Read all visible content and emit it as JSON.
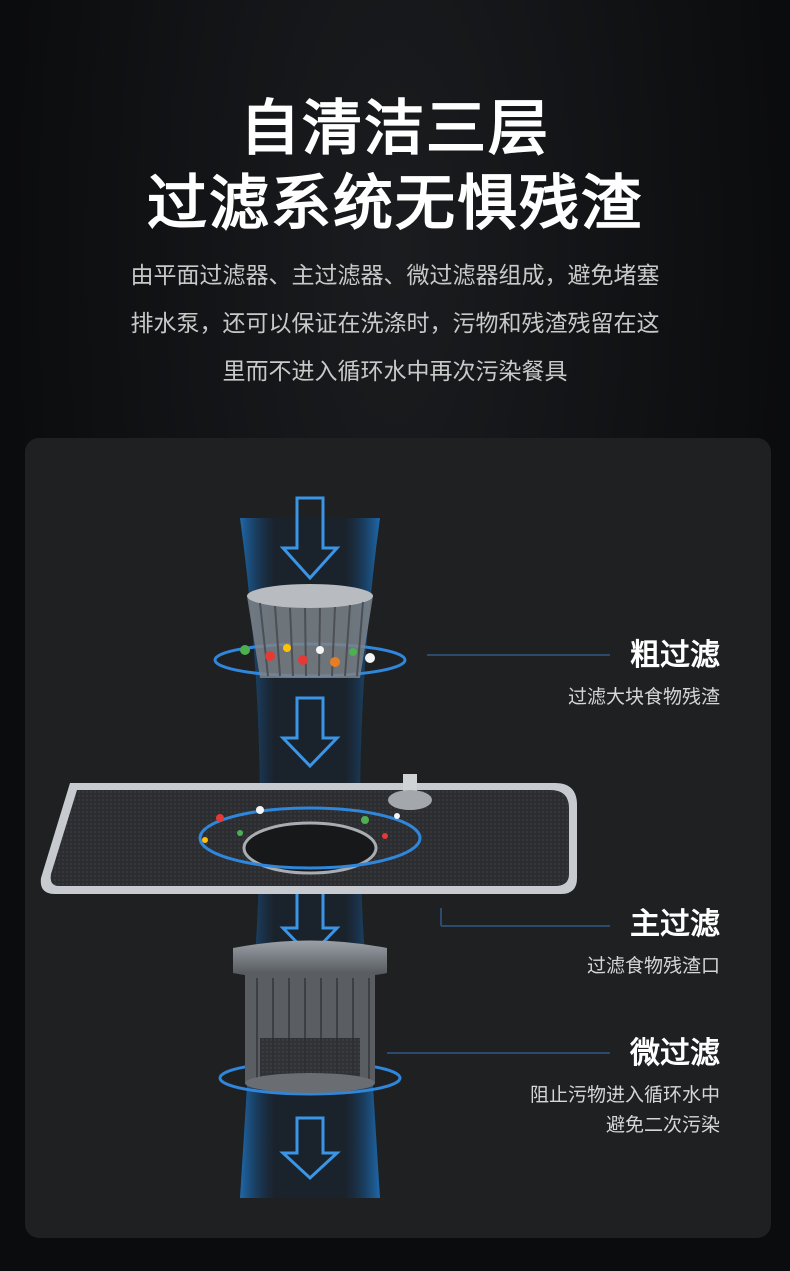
{
  "headline": {
    "line1": "自清洁三层",
    "line2": "过滤系统无惧残渣"
  },
  "description": {
    "line1": "由平面过滤器、主过滤器、微过滤器组成，避免堵塞",
    "line2": "排水泵，还可以保证在洗涤时，污物和残渣残留在这",
    "line3": "里而不进入循环水中再次污染餐具"
  },
  "filters": [
    {
      "title": "粗过滤",
      "lines": [
        "过滤大块食物残渣"
      ]
    },
    {
      "title": "主过滤",
      "lines": [
        "过滤食物残渣口"
      ]
    },
    {
      "title": "微过滤",
      "lines": [
        "阻止污物进入循环水中",
        "避免二次污染"
      ]
    }
  ],
  "colors": {
    "background": "#0b0c0e",
    "panel": "#1f2022",
    "accent_blue": "#1e7fd6",
    "text_primary": "#ffffff",
    "text_secondary": "#c9c9c9"
  },
  "icons": [
    "down-arrow-icon",
    "coarse-filter-basket",
    "flat-filter-plate",
    "micro-filter-cylinder"
  ]
}
